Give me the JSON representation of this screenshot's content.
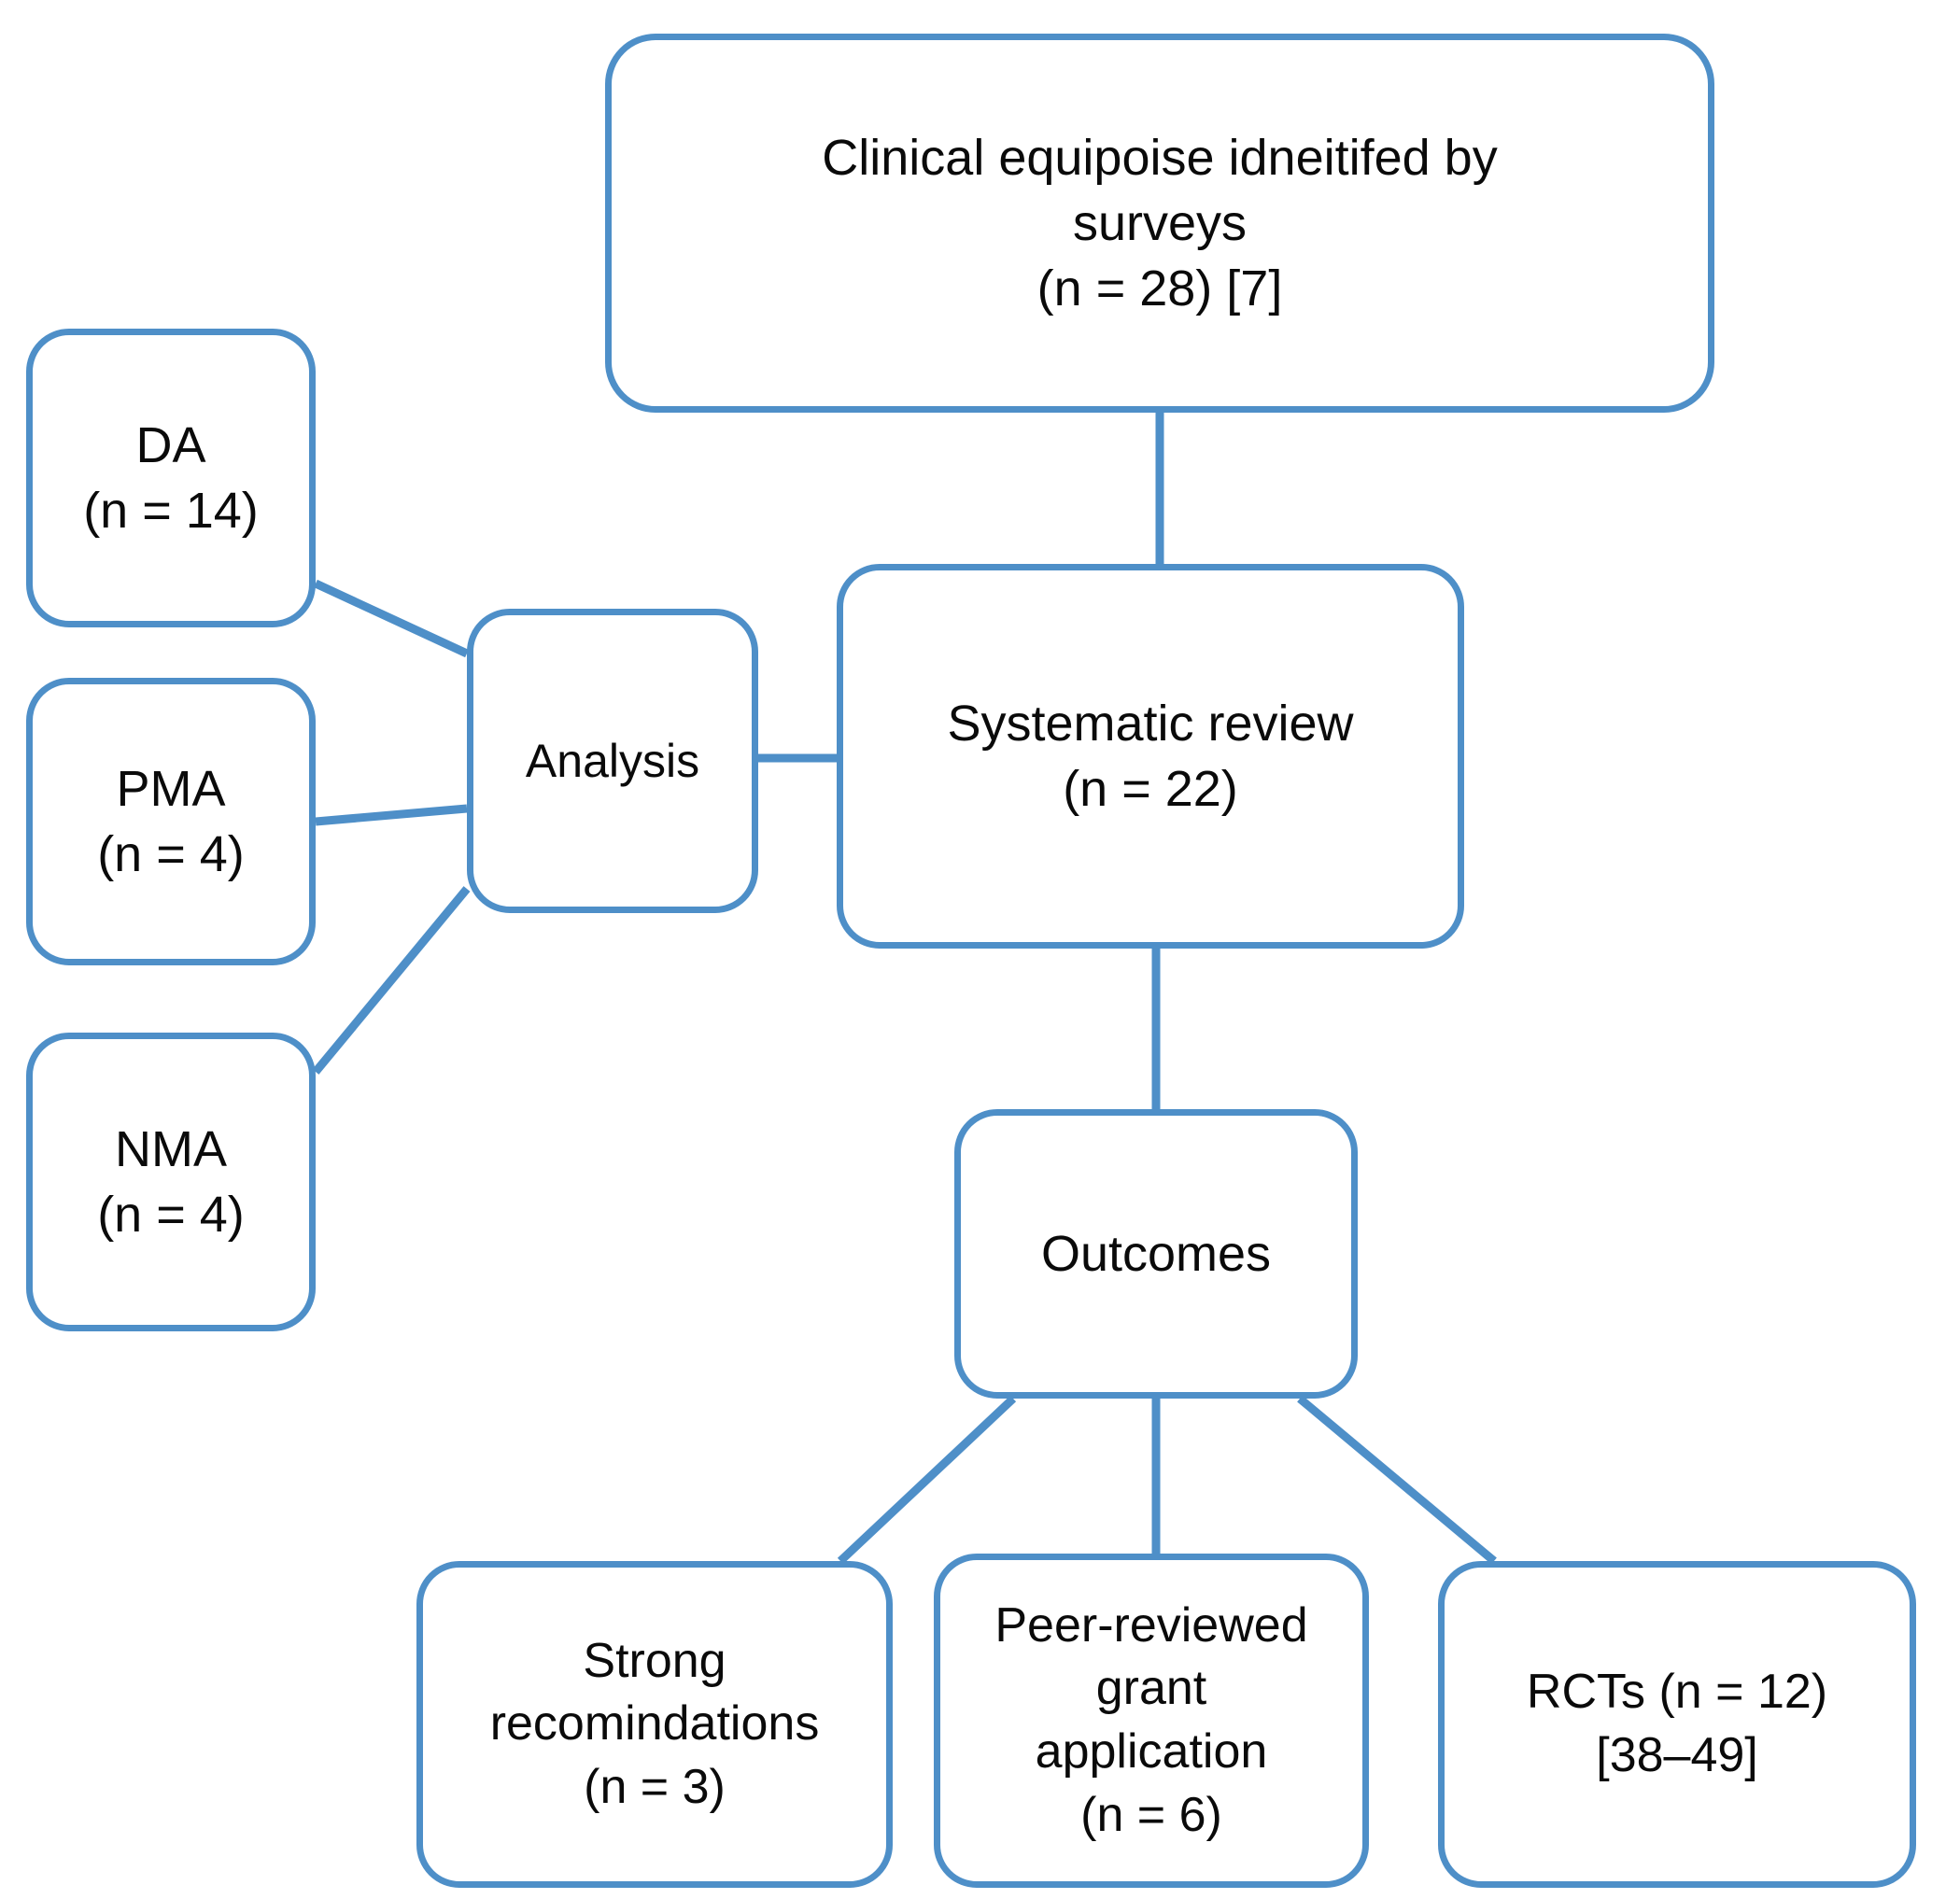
{
  "diagram": {
    "title": "Clinical equipoise research flow diagram",
    "accent_color": "#4e8fc8",
    "background_color": "#ffffff",
    "text_color": "#000000",
    "nodes": {
      "equipoise": {
        "label": "Clinical equipoise idneitifed by\nsurveys\n(n = 28) [7]",
        "count": 28,
        "reference": "[7]"
      },
      "da": {
        "label": "DA\n(n = 14)",
        "count": 14
      },
      "pma": {
        "label": "PMA\n(n = 4)",
        "count": 4
      },
      "nma": {
        "label": "NMA\n(n = 4)",
        "count": 4
      },
      "analysis": {
        "label": "Analysis"
      },
      "systematic_review": {
        "label": "Systematic review\n(n = 22)",
        "count": 22
      },
      "outcomes": {
        "label": "Outcomes"
      },
      "strong_recommendations": {
        "label": "Strong\nrecomindations\n(n = 3)",
        "count": 3
      },
      "grant_application": {
        "label": "Peer-reviewed\ngrant\napplication\n(n = 6)",
        "count": 6
      },
      "rcts": {
        "label": "RCTs (n = 12)\n[38–49]",
        "count": 12,
        "reference": "[38–49]"
      }
    },
    "edges": [
      {
        "from": "equipoise",
        "to": "systematic_review"
      },
      {
        "from": "systematic_review",
        "to": "analysis"
      },
      {
        "from": "da",
        "to": "analysis"
      },
      {
        "from": "pma",
        "to": "analysis"
      },
      {
        "from": "nma",
        "to": "analysis"
      },
      {
        "from": "systematic_review",
        "to": "outcomes"
      },
      {
        "from": "outcomes",
        "to": "strong_recommendations"
      },
      {
        "from": "outcomes",
        "to": "grant_application"
      },
      {
        "from": "outcomes",
        "to": "rcts"
      }
    ]
  }
}
